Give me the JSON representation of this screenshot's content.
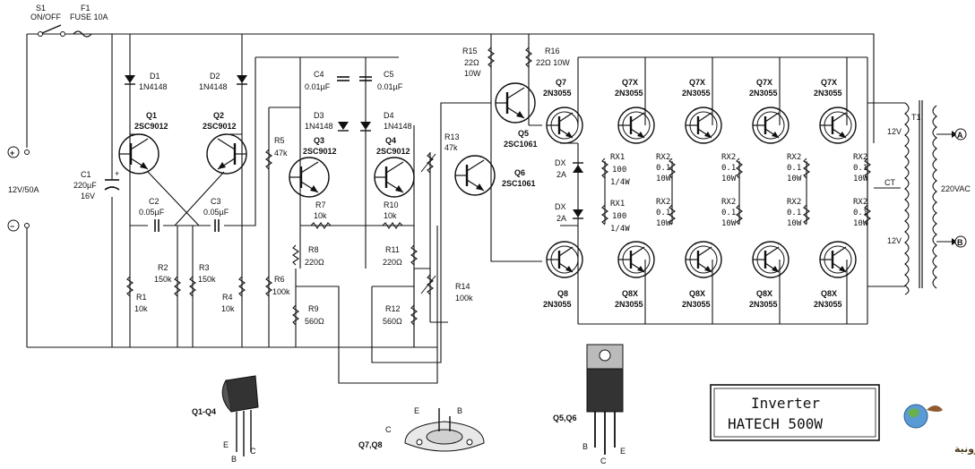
{
  "switch": {
    "name": "S1",
    "value": "ON/OFF"
  },
  "fuse": {
    "name": "F1",
    "value": "FUSE 10A"
  },
  "supply": {
    "plus": "+",
    "minus": "−",
    "value": "12V/50A"
  },
  "c1": {
    "name": "C1",
    "v1": "220µF",
    "v2": "16V",
    "plus": "+"
  },
  "d1": {
    "name": "D1",
    "value": "1N4148"
  },
  "d2": {
    "name": "D2",
    "value": "1N4148"
  },
  "d3": {
    "name": "D3",
    "value": "1N4148"
  },
  "d4": {
    "name": "D4",
    "value": "1N4148"
  },
  "c2": {
    "name": "C2",
    "value": "0.05µF"
  },
  "c3": {
    "name": "C3",
    "value": "0.05µF"
  },
  "c4": {
    "name": "C4",
    "value": "0.01µF"
  },
  "c5": {
    "name": "C5",
    "value": "0.01µF"
  },
  "q1": {
    "name": "Q1",
    "value": "2SC9012"
  },
  "q2": {
    "name": "Q2",
    "value": "2SC9012"
  },
  "q3": {
    "name": "Q3",
    "value": "2SC9012"
  },
  "q4": {
    "name": "Q4",
    "value": "2SC9012"
  },
  "q5": {
    "name": "Q5",
    "value": "2SC1061"
  },
  "q6": {
    "name": "Q6",
    "value": "2SC1061"
  },
  "q7": {
    "name": "Q7",
    "value": "2N3055"
  },
  "q8": {
    "name": "Q8",
    "value": "2N3055"
  },
  "q7x": {
    "name": "Q7X",
    "value": "2N3055"
  },
  "q8x": {
    "name": "Q8X",
    "value": "2N3055"
  },
  "r1": {
    "name": "R1",
    "value": "10k"
  },
  "r2": {
    "name": "R2",
    "value": "150k"
  },
  "r3": {
    "name": "R3",
    "value": "150k"
  },
  "r4": {
    "name": "R4",
    "value": "10k"
  },
  "r5": {
    "name": "R5",
    "value": "47k"
  },
  "r6": {
    "name": "R6",
    "value": "100k"
  },
  "r7": {
    "name": "R7",
    "value": "10k"
  },
  "r8": {
    "name": "R8",
    "value": "220Ω"
  },
  "r9": {
    "name": "R9",
    "value": "560Ω"
  },
  "r10": {
    "name": "R10",
    "value": "10k"
  },
  "r11": {
    "name": "R11",
    "value": "220Ω"
  },
  "r12": {
    "name": "R12",
    "value": "560Ω"
  },
  "r13": {
    "name": "R13",
    "value": "47k"
  },
  "r14": {
    "name": "R14",
    "value": "100k"
  },
  "r15": {
    "name": "R15",
    "v1": "22Ω",
    "v2": "10W"
  },
  "r16": {
    "name": "R16",
    "value": "22Ω 10W"
  },
  "dx": {
    "name": "DX",
    "value": "2A"
  },
  "rx1": {
    "name": "RX1",
    "v1": "100",
    "v2": "1/4W"
  },
  "rx2": {
    "name": "RX2",
    "v1": "0.1",
    "v2": "10W"
  },
  "transformer": {
    "name": "T1",
    "top": "12V",
    "ct": "CT",
    "bottom": "12V",
    "output": "220VAC",
    "term_a": "A",
    "term_b": "B"
  },
  "packages": {
    "to92": {
      "label": "Q1-Q4",
      "e": "E",
      "b": "B",
      "c": "C"
    },
    "to3": {
      "label": "Q7,Q8",
      "c": "C",
      "e": "E",
      "b": "B"
    },
    "to220": {
      "label": "Q5,Q6",
      "b": "B",
      "c": "C",
      "e": "E"
    }
  },
  "title_box": {
    "line1": "Inverter",
    "line2": "HATECH 500W"
  },
  "logo_text": "القرية الالكترونية"
}
